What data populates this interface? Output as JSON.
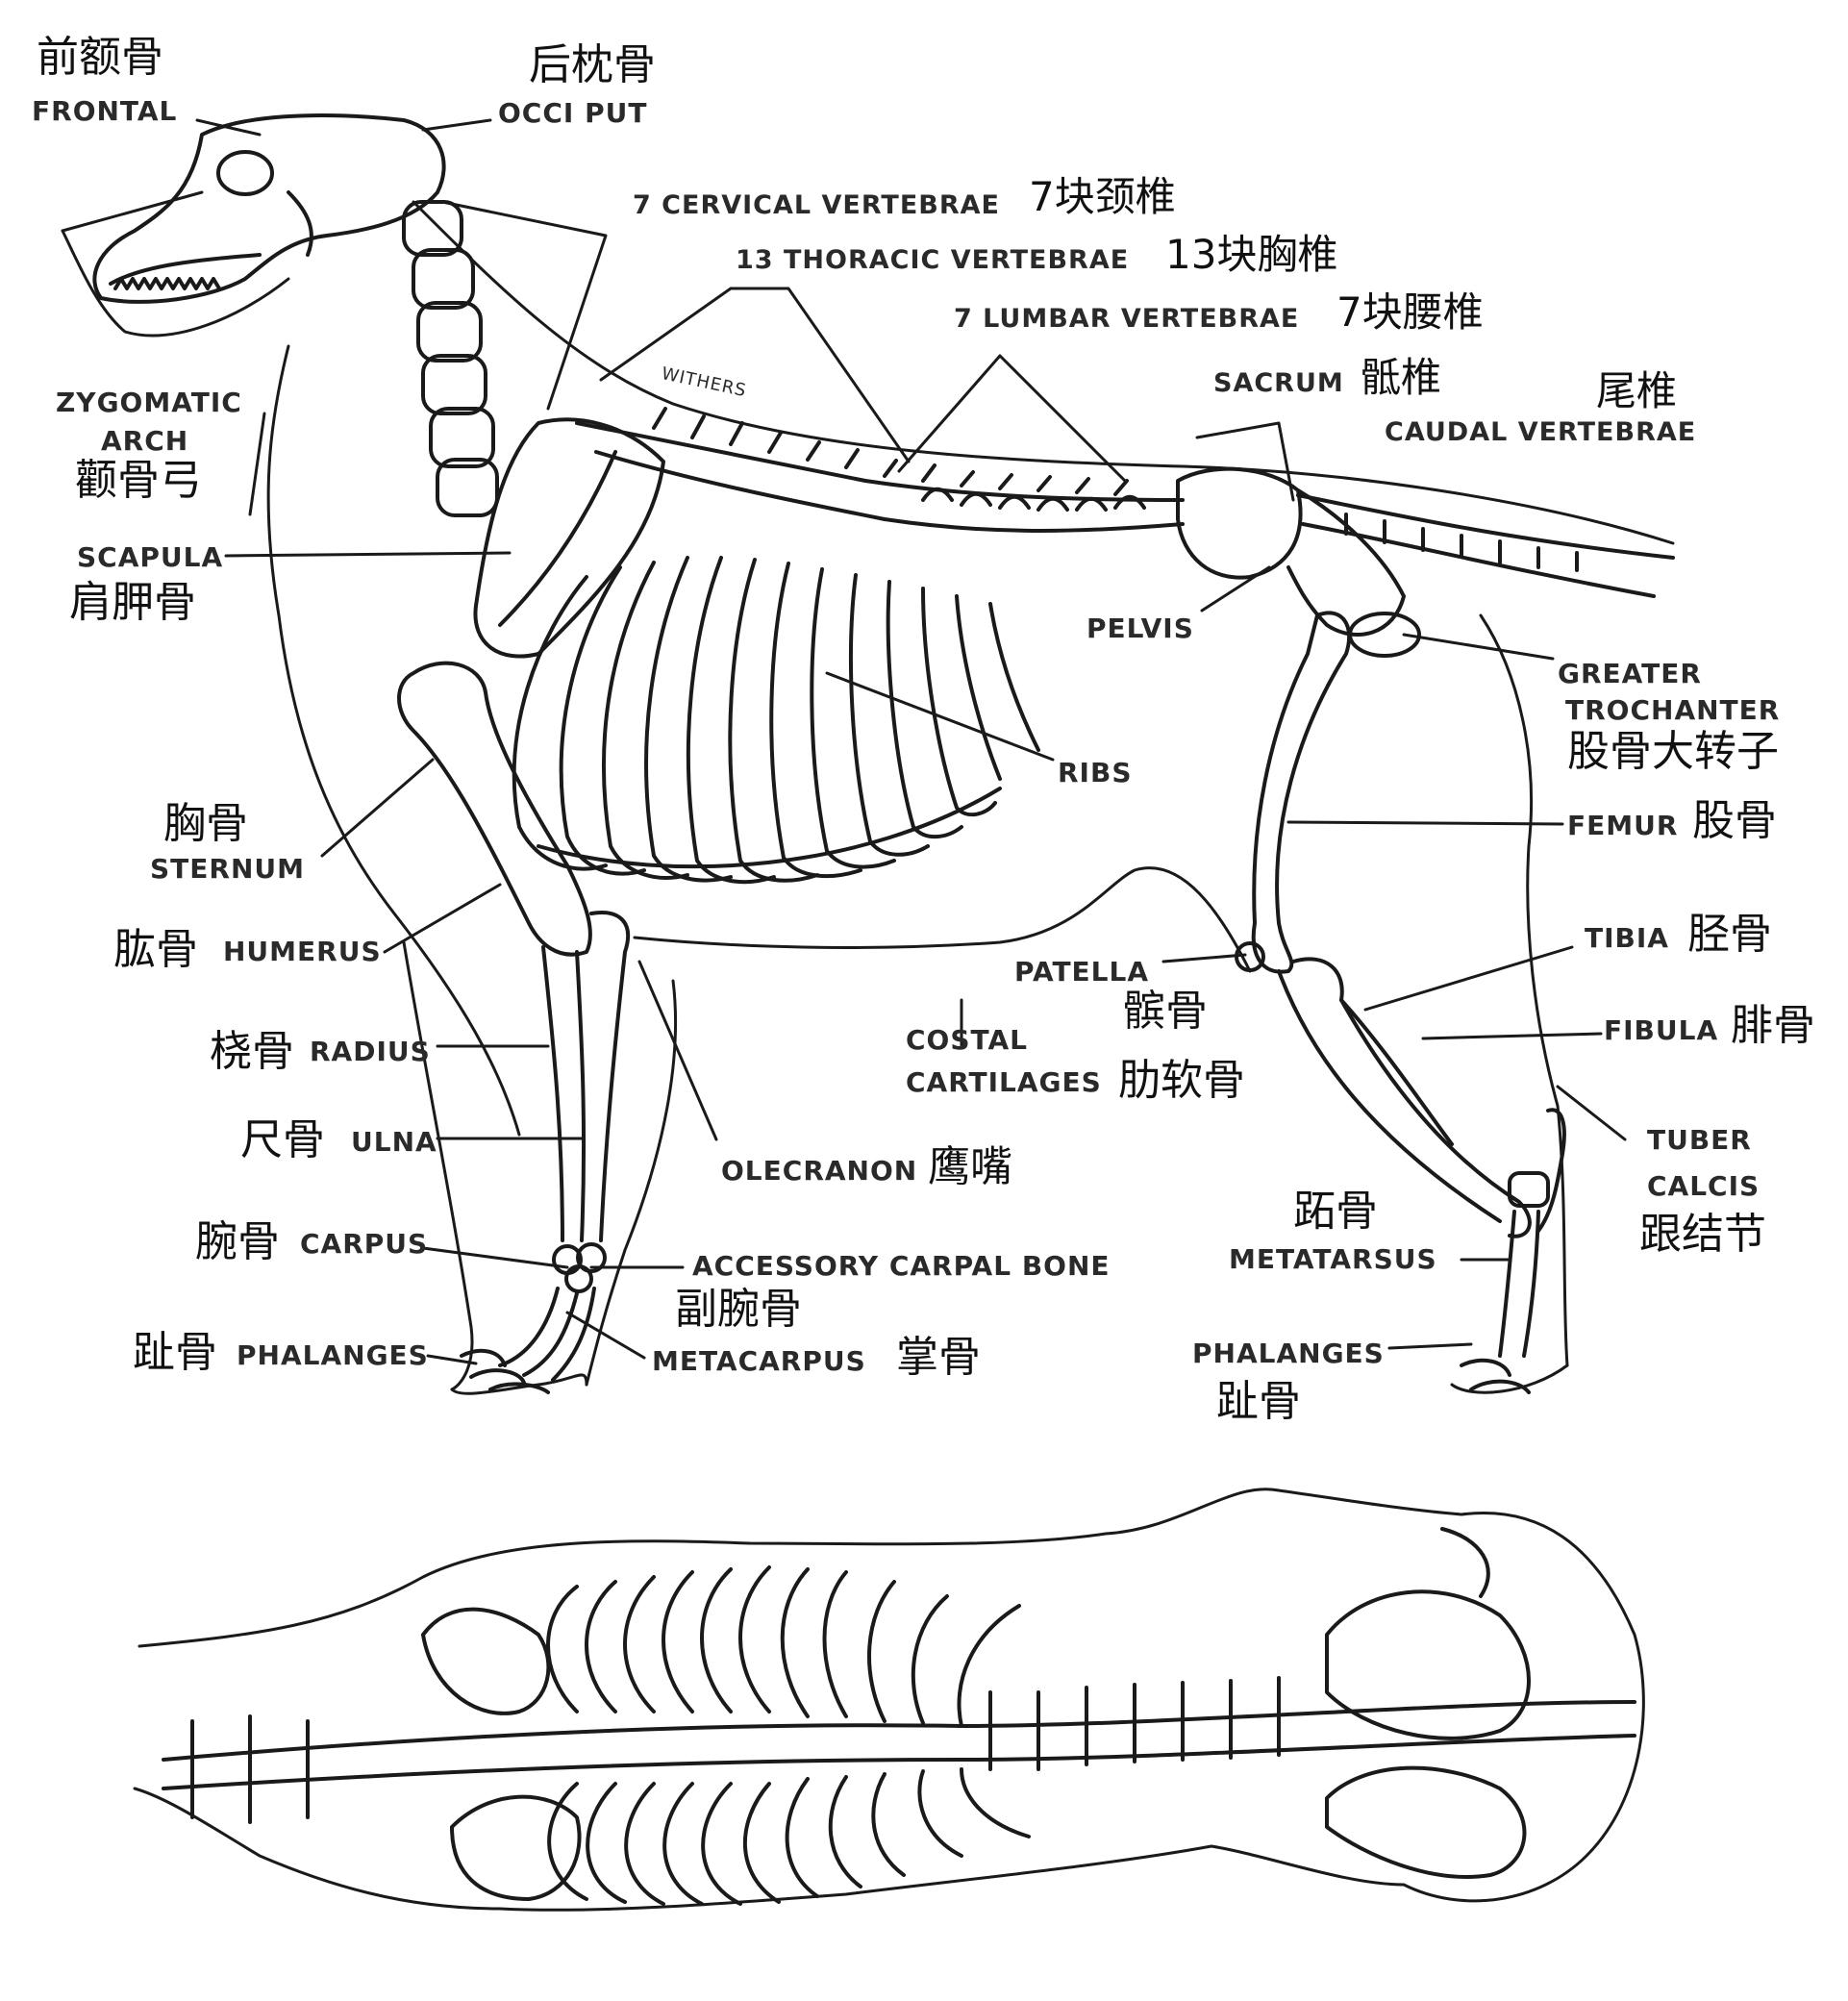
{
  "labels": {
    "frontal": {
      "en": "FRONTAL",
      "zh": "前额骨"
    },
    "occiput": {
      "en": "OCCI PUT",
      "zh": "后枕骨"
    },
    "cervical": {
      "en": "7 CERVICAL VERTEBRAE",
      "zh": "7块颈椎"
    },
    "thoracic": {
      "en": "13 THORACIC VERTEBRAE",
      "zh": "13块胸椎"
    },
    "lumbar": {
      "en": "7 LUMBAR VERTEBRAE",
      "zh": "7块腰椎"
    },
    "sacrum": {
      "en": "SACRUM",
      "zh": "骶椎"
    },
    "caudal": {
      "en": "CAUDAL VERTEBRAE",
      "zh": "尾椎"
    },
    "zygomatic": {
      "en1": "ZYGOMATIC",
      "en2": "ARCH",
      "zh": "颧骨弓"
    },
    "withers": {
      "en": "WITHERS"
    },
    "scapula": {
      "en": "SCAPULA",
      "zh": "肩胛骨"
    },
    "pelvis": {
      "en": "PELVIS"
    },
    "greater_trochanter": {
      "en1": "GREATER",
      "en2": "TROCHANTER",
      "zh": "股骨大转子"
    },
    "ribs": {
      "en": "RIBS"
    },
    "femur": {
      "en": "FEMUR",
      "zh": "股骨"
    },
    "sternum": {
      "en": "STERNUM",
      "zh": "胸骨"
    },
    "humerus": {
      "en": "HUMERUS",
      "zh": "肱骨"
    },
    "tibia": {
      "en": "TIBIA",
      "zh": "胫骨"
    },
    "patella": {
      "en": "PATELLA",
      "zh": "髌骨"
    },
    "fibula": {
      "en": "FIBULA",
      "zh": "腓骨"
    },
    "radius": {
      "en": "RADIUS",
      "zh": "桡骨"
    },
    "costal": {
      "en1": "COSTAL",
      "en2": "CARTILAGES",
      "zh": "肋软骨"
    },
    "ulna": {
      "en": "ULNA",
      "zh": "尺骨"
    },
    "olecranon": {
      "en": "OLECRANON",
      "zh": "鹰嘴"
    },
    "tuber_calcis": {
      "en1": "TUBER",
      "en2": "CALCIS",
      "zh": "跟结节"
    },
    "metatarsus": {
      "en": "METATARSUS",
      "zh": "跖骨"
    },
    "carpus": {
      "en": "CARPUS",
      "zh": "腕骨"
    },
    "accessory_carpal": {
      "en": "ACCESSORY CARPAL BONE",
      "zh": "副腕骨"
    },
    "phalanges_front": {
      "en": "PHALANGES",
      "zh": "趾骨"
    },
    "metacarpus": {
      "en": "METACARPUS",
      "zh": "掌骨"
    },
    "phalanges_hind": {
      "en": "PHALANGES",
      "zh": "趾骨"
    }
  },
  "colors": {
    "ink": "#1a1a1a",
    "paper": "#ffffff"
  }
}
